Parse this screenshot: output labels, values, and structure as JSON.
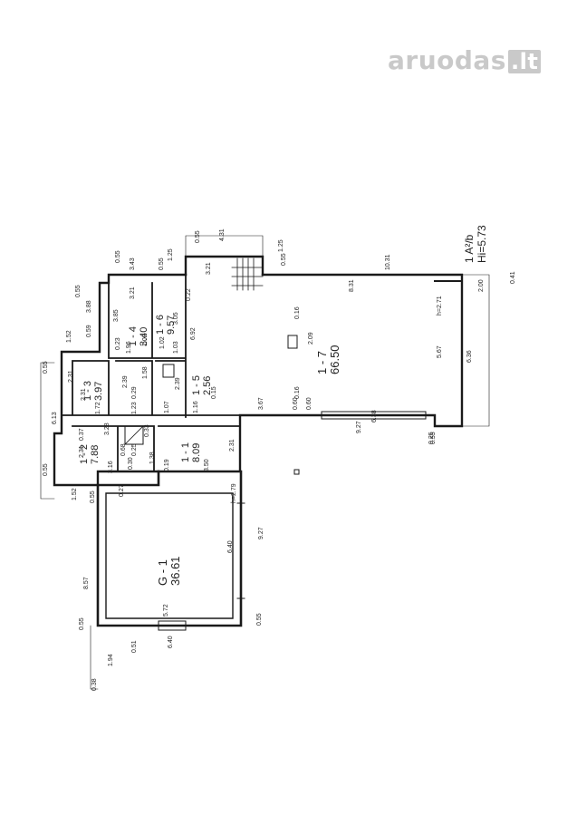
{
  "watermark": {
    "main": "aruodas",
    "suffix": ".lt"
  },
  "title": {
    "line1": "1 A²/b",
    "line2": "Hi=5.73"
  },
  "rooms": [
    {
      "id": "1 - 7",
      "area": "66.50"
    },
    {
      "id": "1 - 6",
      "area": "9.57"
    },
    {
      "id": "1 - 4",
      "area": "3.40"
    },
    {
      "id": "1 - 5",
      "area": "2.56"
    },
    {
      "id": "1 - 3",
      "area": "3.97"
    },
    {
      "id": "1 - 2",
      "area": "7.88"
    },
    {
      "id": "1 - 1",
      "area": "8.09"
    },
    {
      "id": "G - 1",
      "area": "36.61"
    }
  ],
  "dims": {
    "d_10_31": "10.31",
    "d_8_31": "8.31",
    "d_6_36": "6.36",
    "d_5_67": "5.67",
    "d_2_00": "2.00",
    "d_0_41": "0.41",
    "d_h271": "h=2.71",
    "d_6_38": "6.38",
    "d_9_27a": "9.27",
    "d_0_55a": "0.55",
    "d_3_67": "3.67",
    "d_0_16a": "0.16",
    "d_0_60a": "0.60",
    "d_0_60b": "0.60",
    "d_2_09": "2.09",
    "d_0_16b": "0.16",
    "d_4_31": "4.31",
    "d_0_55b": "0.55",
    "d_1_25a": "1.25",
    "d_1_25b": "1.25",
    "d_0_55c": "0.55",
    "d_3_21a": "3.21",
    "d_3_43": "3.43",
    "d_0_55d": "0.55",
    "d_0_55e": "0.55",
    "d_3_21b": "3.21",
    "d_3_88": "3.88",
    "d_0_22": "0.22",
    "d_6_92": "6.92",
    "d_3_85": "3.85",
    "d_3_05": "3.05",
    "d_0_59": "0.59",
    "d_1_52a": "1.52",
    "d_0_55f": "0.55",
    "d_1_96": "1.96",
    "d_1_02a": "1.02",
    "d_1_02b": "1.02",
    "d_1_03": "1.03",
    "d_0_23": "0.23",
    "d_2_39a": "2.39",
    "d_1_58": "1.58",
    "d_2_39b": "2.39",
    "d_0_29": "0.29",
    "d_2_31a": "2.31",
    "d_0_15": "0.15",
    "d_1_07": "1.07",
    "d_1_16": "1.16",
    "d_1_72": "1.72",
    "d_1_23": "1.23",
    "d_6_13": "6.13",
    "d_0_37": "0.37",
    "d_3_28": "3.28",
    "d_0_33": "0.33",
    "d_2_31b": "2.31",
    "d_0_68": "0.68",
    "d_0_25a": "0.25",
    "d_2_31c": "2.31",
    "d_1_38": "1.38",
    "d_0_30": "0.30",
    "d_3_16": "3.16",
    "d_0_55g": "0.55",
    "d_0_19": "0.19",
    "d_3_50": "3.50",
    "d_1_52b": "1.52",
    "d_0_55h": "0.55",
    "d_0_25b": "0.25",
    "d_0_27": "0.27",
    "d_h279": "h=2.79",
    "d_9_27b": "9.27",
    "d_6_40a": "6.40",
    "d_8_57": "8.57",
    "d_0_55i": "0.55",
    "d_5_72": "5.72",
    "d_0_55j": "0.55",
    "d_0_51": "0.51",
    "d_6_40b": "6.40",
    "d_1_94": "1.94",
    "d_0_38": "0.38",
    "d_2_31d": "2.31",
    "d_0_55k": "0.55"
  }
}
